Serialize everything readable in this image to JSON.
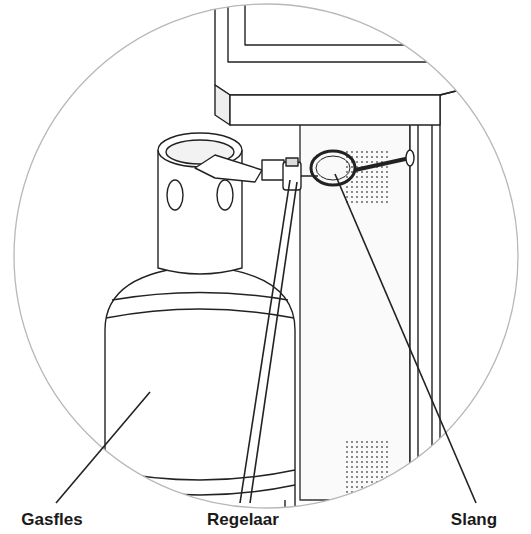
{
  "diagram": {
    "labels": [
      "Gasfles",
      "Regelaar",
      "Slang"
    ]
  }
}
